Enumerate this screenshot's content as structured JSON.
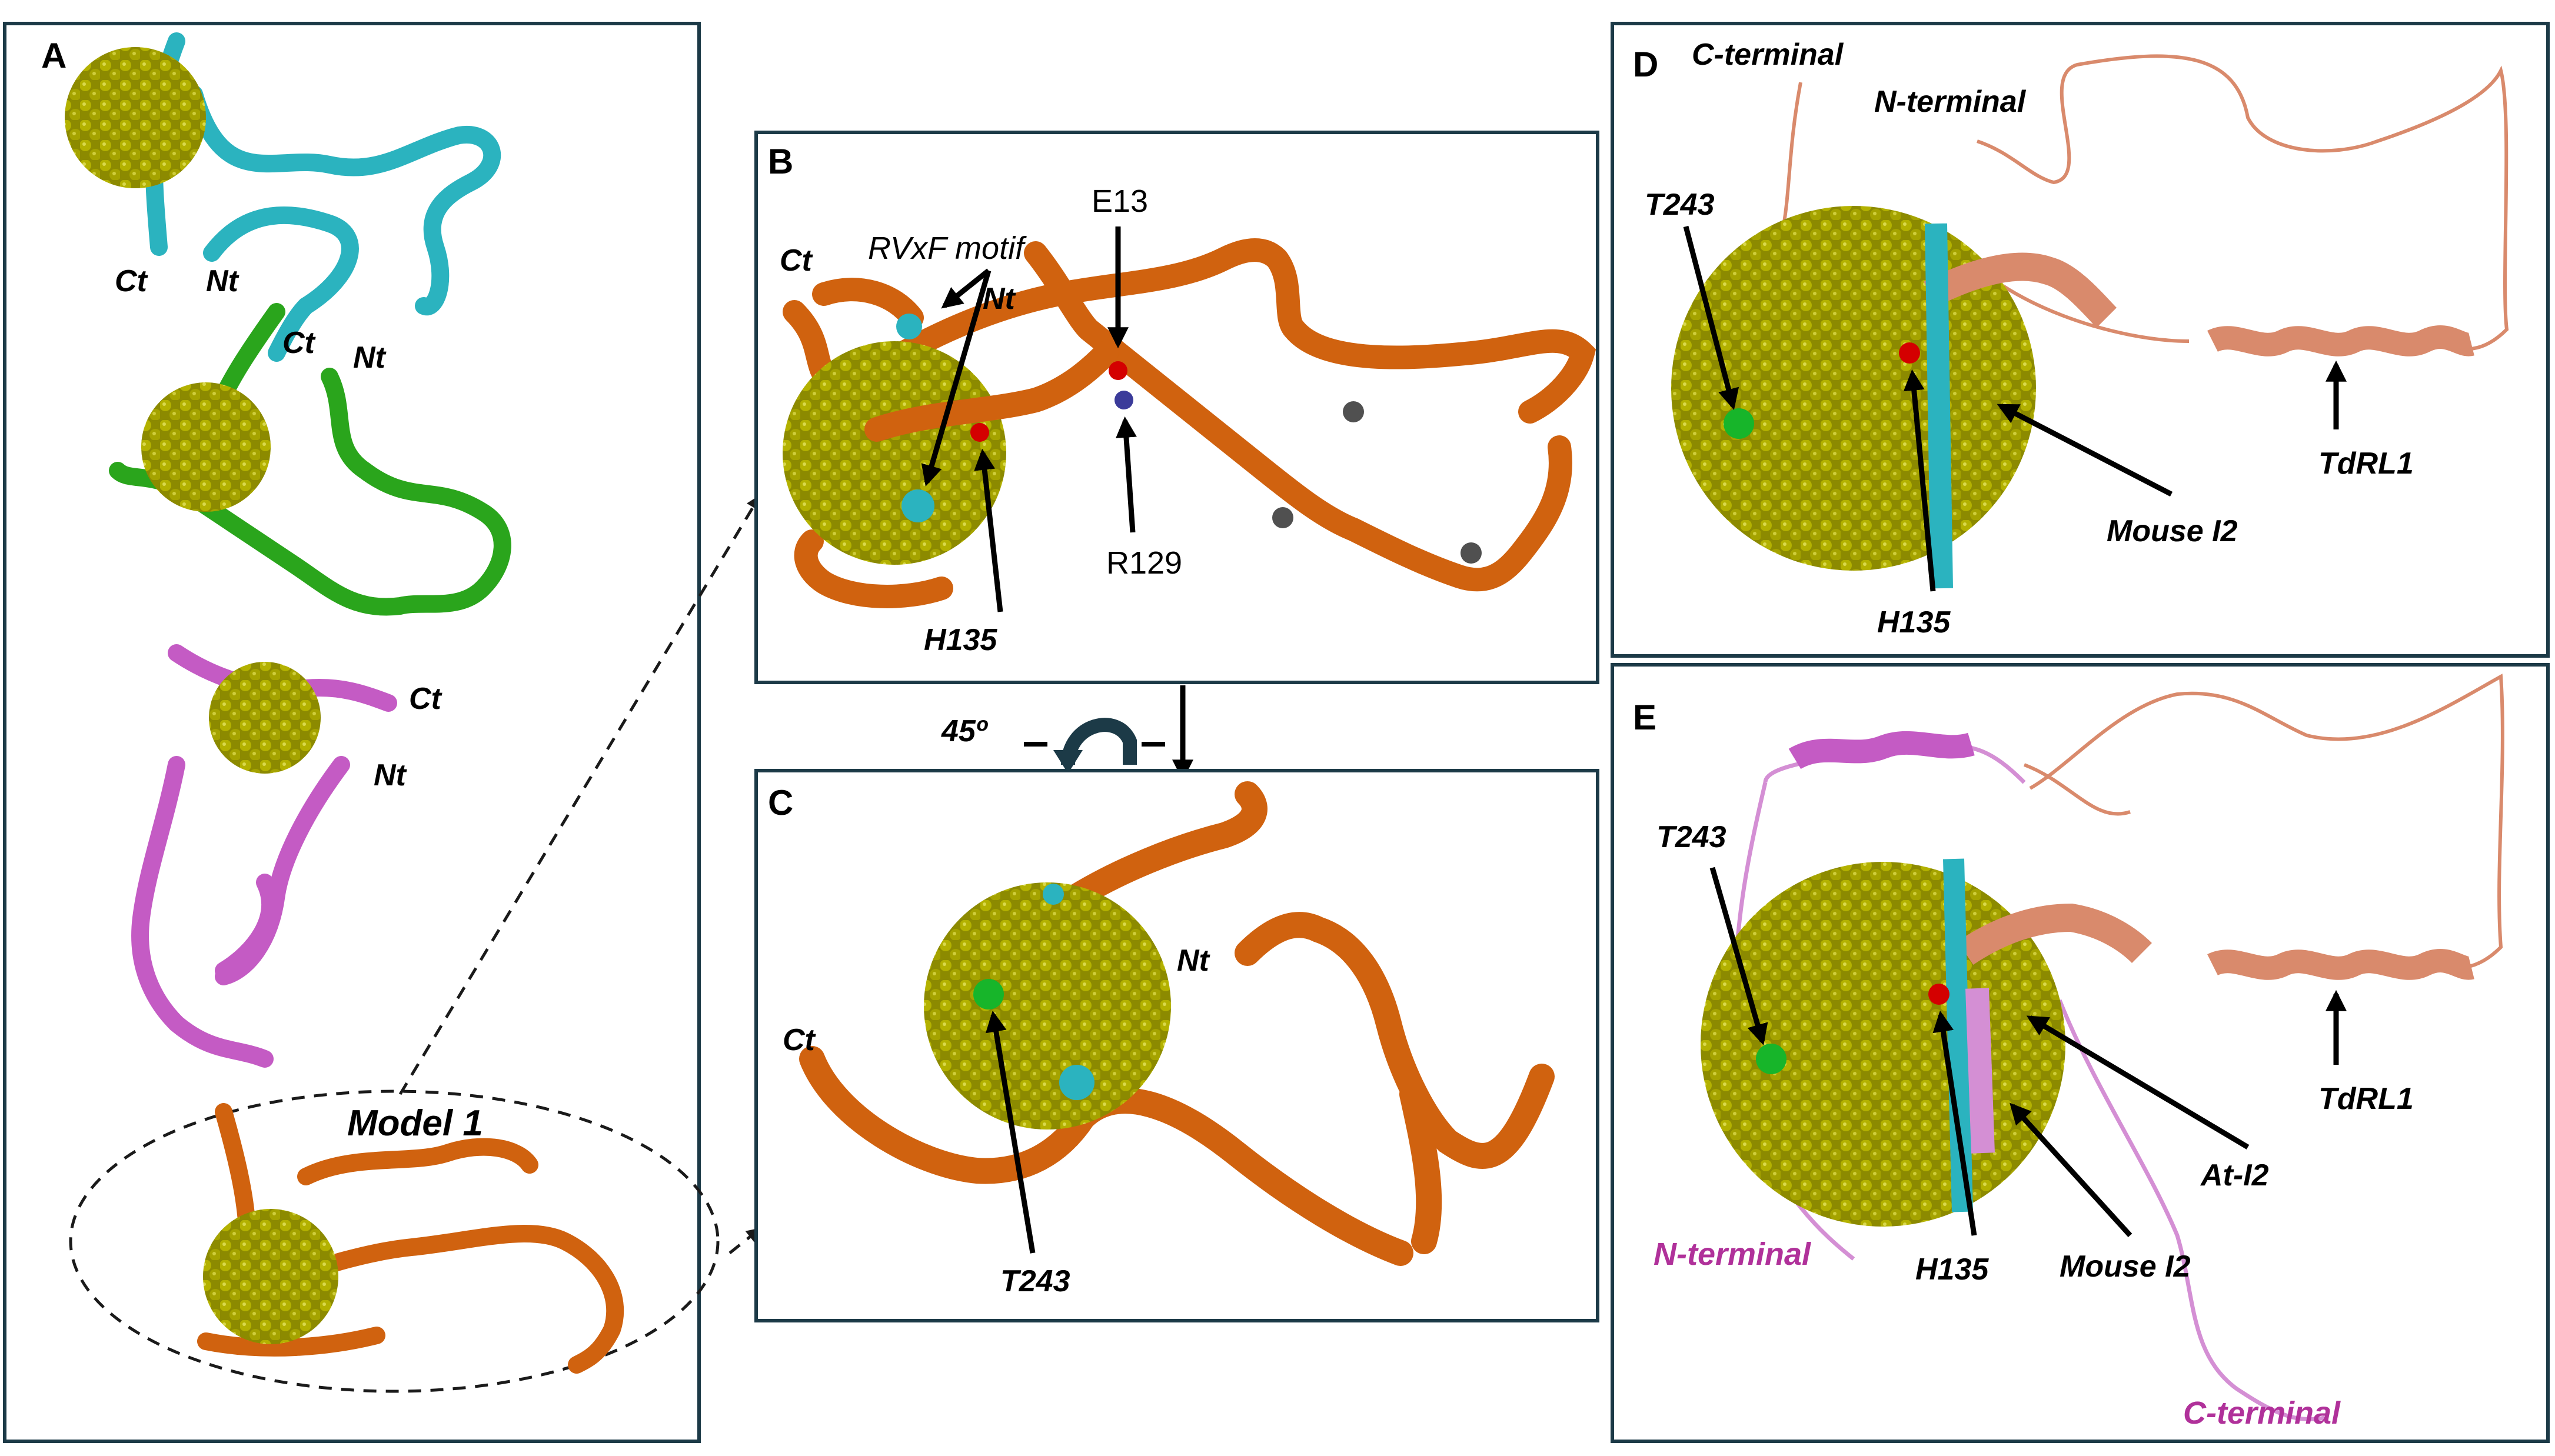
{
  "colors": {
    "frame": "#1c3a47",
    "core_olive": "#9a9a00",
    "cyan_chain": "#2bb3bf",
    "green_chain": "#2aa51c",
    "magenta_chain": "#c45bc4",
    "orange_chain": "#d0620f",
    "salmon_ribbon": "#d98a6c",
    "pink_ribbon": "#d48fd4",
    "green_residue": "#17b52a",
    "red_residue": "#d40000"
  },
  "panel_a": {
    "label": "A",
    "model_label": "Model 1",
    "chains": [
      {
        "ct": "Ct",
        "nt": "Nt"
      },
      {
        "ct": "Ct",
        "nt": "Nt"
      },
      {
        "ct": "Ct",
        "nt": "Nt"
      },
      {
        "ct": "",
        "nt": ""
      }
    ]
  },
  "panel_b": {
    "label": "B",
    "ct": "Ct",
    "nt": "Nt",
    "rvxf": "RVxF motif",
    "e13": "E13",
    "r129": "R129",
    "h135": "H135"
  },
  "rotation": {
    "angle": "45º"
  },
  "panel_c": {
    "label": "C",
    "ct": "Ct",
    "nt": "Nt",
    "t243": "T243"
  },
  "panel_d": {
    "label": "D",
    "c_terminal": "C-terminal",
    "n_terminal": "N-terminal",
    "t243": "T243",
    "h135": "H135",
    "mouse_i2": "Mouse I2",
    "tdrl1": "TdRL1"
  },
  "panel_e": {
    "label": "E",
    "t243": "T243",
    "h135": "H135",
    "mouse_i2": "Mouse I2",
    "at_i2": "At-I2",
    "tdrl1": "TdRL1",
    "n_terminal": "N-terminal",
    "c_terminal": "C-terminal"
  }
}
